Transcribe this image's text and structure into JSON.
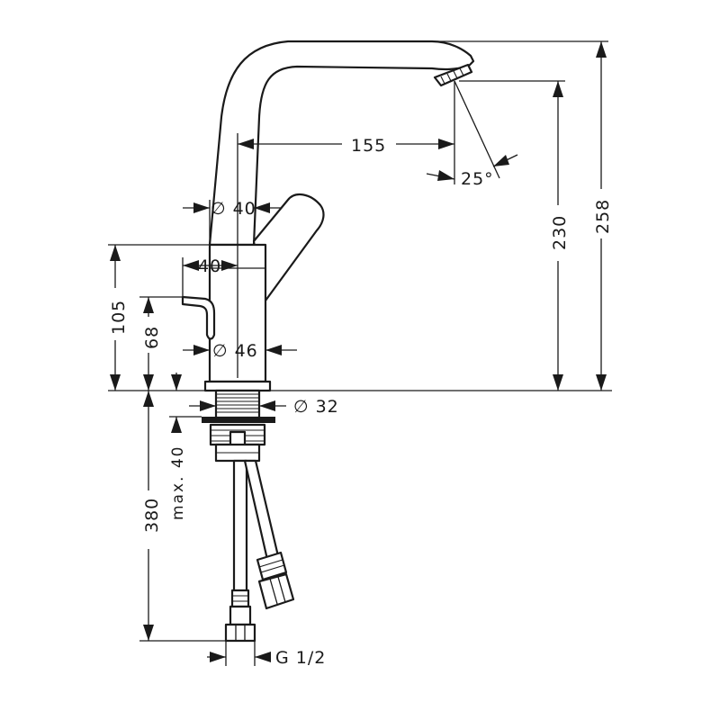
{
  "drawing": {
    "dimensions": {
      "d40_top": "∅ 40",
      "w40": "40",
      "d46": "∅ 46",
      "d32": "∅ 32",
      "reach_155": "155",
      "angle_25": "25°",
      "h230": "230",
      "h258": "258",
      "h105": "105",
      "h68": "68",
      "max40": "max. 40",
      "h380": "380",
      "g12": "G 1/2"
    }
  }
}
